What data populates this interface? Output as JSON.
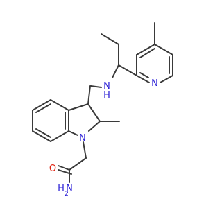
{
  "molecule": {
    "atoms": [
      {
        "label": "N",
        "color": "#2a1fd6"
      },
      {
        "label": "N",
        "color": "#2a1fd6"
      },
      {
        "label": "H",
        "color": "#2a1fd6"
      },
      {
        "label": "N",
        "color": "#2a1fd6"
      },
      {
        "label": "O",
        "color": "#e0200e"
      },
      {
        "label": "H",
        "color": "#2a1fd6"
      },
      {
        "label": "N",
        "color": "#2a1fd6"
      },
      {
        "label": "2",
        "color": "#2a1fd6"
      }
    ],
    "bond_color": "#3a3a3a"
  }
}
